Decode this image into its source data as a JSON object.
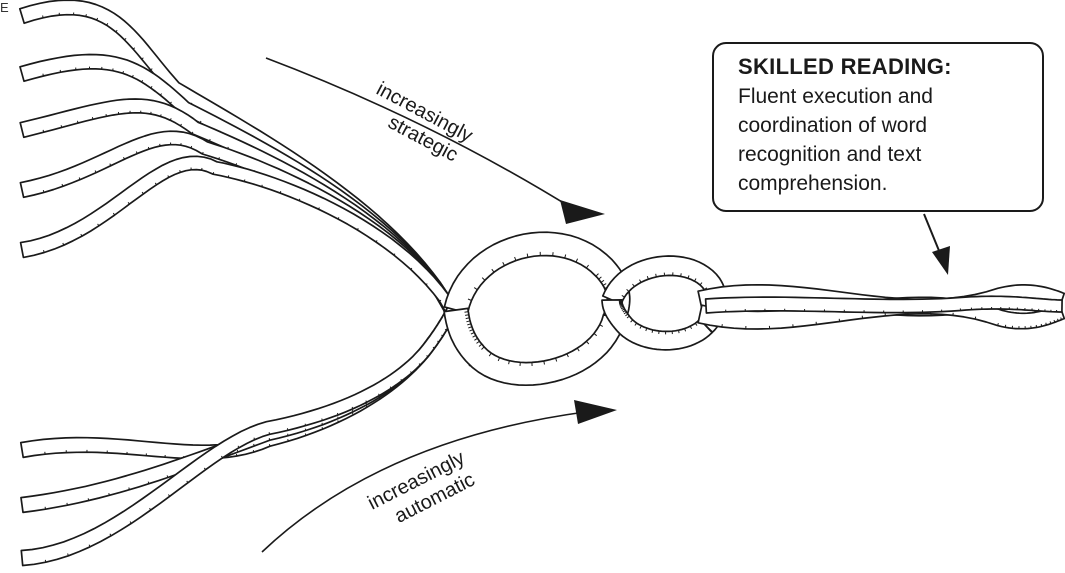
{
  "corner_mark": "E",
  "callout": {
    "title": "SKILLED READING:",
    "lines": [
      "Fluent execution and",
      "coordination of word",
      "recognition and text",
      "comprehension."
    ]
  },
  "labels": {
    "upper": [
      "increasingly",
      "strategic"
    ],
    "lower": [
      "increasingly",
      "automatic"
    ]
  }
}
